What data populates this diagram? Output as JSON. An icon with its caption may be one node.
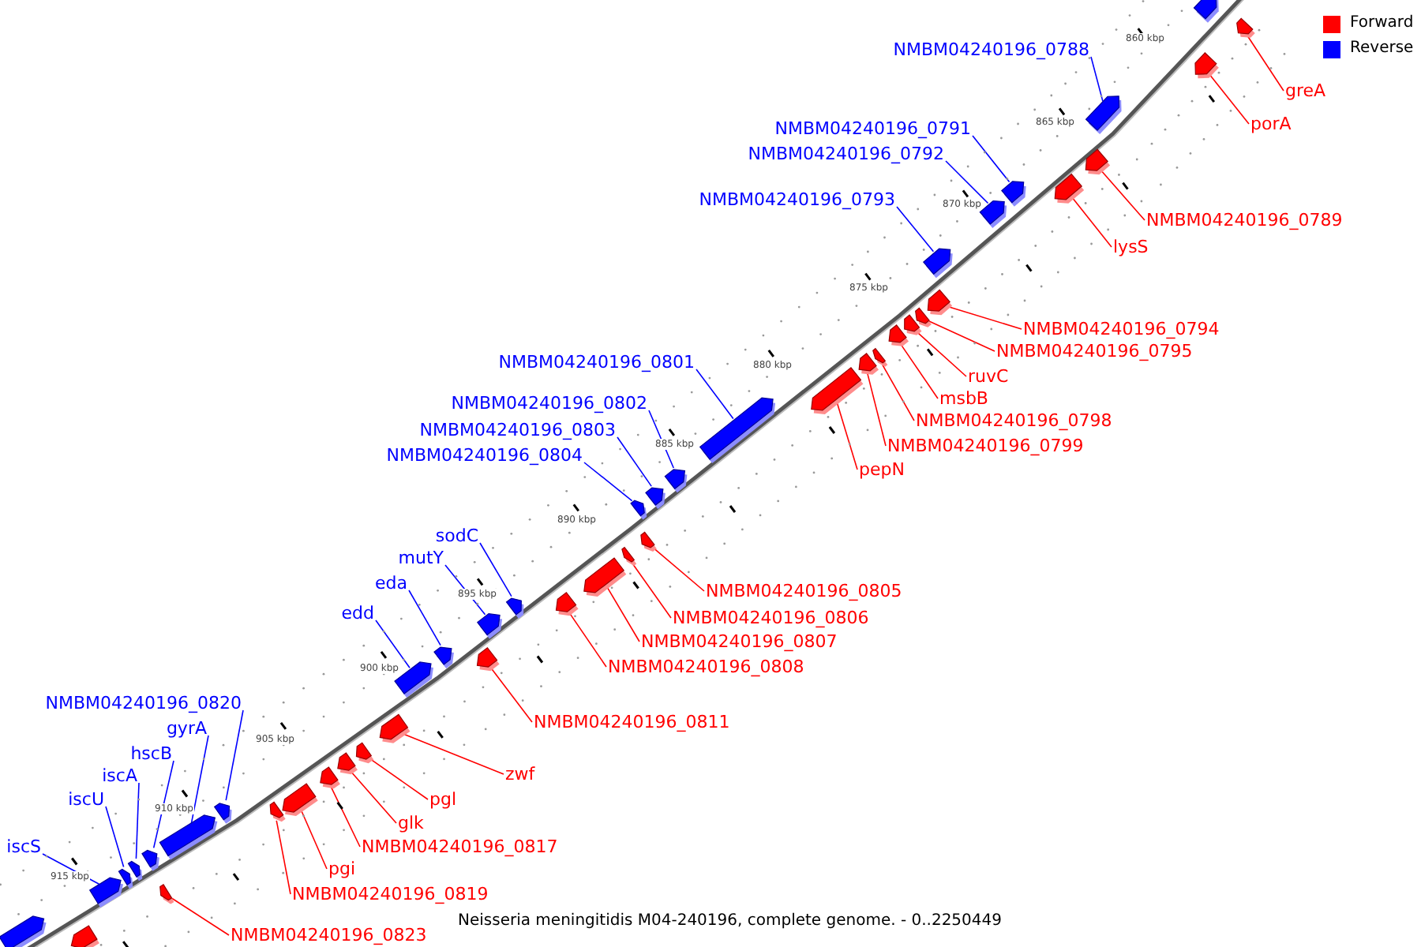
{
  "diagram": {
    "caption": "Neisseria meningitidis M04-240196, complete genome. - 0..2250449",
    "nodes": [
      {
        "text": [],
        "shape": "arrow"
      },
      {
        "text": [
          "greA"
        ]
      },
      {
        "text": [],
        "shape": "arrow"
      },
      {
        "text": [
          "NMBM04240196_0788"
        ]
      },
      {
        "text": [],
        "shape": "arrow"
      },
      {
        "text": [
          "porA"
        ]
      },
      {
        "text": [],
        "shape": "arrow"
      },
      {
        "text": [
          "NMBM04240196_0791"
        ]
      },
      {
        "text": [],
        "shape": "arrow"
      },
      {
        "text": [
          "NMBM04240196_0792"
        ]
      },
      {
        "text": [],
        "shape": "arrow"
      },
      {
        "text": [
          "NMBM04240196_0789"
        ]
      },
      {
        "text": [],
        "shape": "arrow"
      },
      {
        "text": [
          "lysS"
        ]
      },
      {
        "text": [],
        "shape": "arrow"
      },
      {
        "text": [
          "NMBM04240196_0793"
        ]
      },
      {
        "text": [],
        "shape": "arrow"
      },
      {
        "text": [
          "NMBM04240196_0794"
        ]
      },
      {
        "text": [],
        "shape": "arrow"
      },
      {
        "text": [
          "NMBM04240196_0795"
        ]
      },
      {
        "text": [],
        "shape": "arrow"
      },
      {
        "text": [
          "ruvC"
        ]
      },
      {
        "text": [],
        "shape": "arrow"
      },
      {
        "text": [
          "msbB"
        ]
      },
      {
        "text": [],
        "shape": "arrow"
      },
      {
        "text": [
          "NMBM04240196_0798"
        ]
      },
      {
        "text": [],
        "shape": "arrow"
      },
      {
        "text": [
          "NMBM04240196_0799"
        ]
      },
      {
        "text": [],
        "shape": "arrow"
      },
      {
        "text": [
          "NMBM04240196_0801"
        ]
      },
      {
        "text": [],
        "shape": "arrow"
      },
      {
        "text": [
          "pepN"
        ]
      },
      {
        "text": [],
        "shape": "arrow"
      },
      {
        "text": [
          "NMBM04240196_0802"
        ]
      },
      {
        "text": [],
        "shape": "arrow"
      },
      {
        "text": [
          "NMBM04240196_0803"
        ]
      },
      {
        "text": [],
        "shape": "arrow"
      },
      {
        "text": [
          "NMBM04240196_0804"
        ]
      },
      {
        "text": [],
        "shape": "arrow"
      },
      {
        "text": [
          "sodC"
        ]
      },
      {
        "text": [],
        "shape": "arrow"
      },
      {
        "text": [
          "mutY"
        ]
      },
      {
        "text": [],
        "shape": "arrow"
      },
      {
        "text": [
          "NMBM04240196_0805"
        ]
      },
      {
        "text": [],
        "shape": "arrow"
      },
      {
        "text": [
          "eda"
        ]
      },
      {
        "text": [],
        "shape": "arrow"
      },
      {
        "text": [
          "NMBM04240196_0806"
        ]
      },
      {
        "text": [],
        "shape": "arrow"
      },
      {
        "text": [
          "edd"
        ]
      },
      {
        "text": [],
        "shape": "arrow"
      },
      {
        "text": [
          "NMBM04240196_0807"
        ]
      },
      {
        "text": [],
        "shape": "arrow"
      },
      {
        "text": [
          "NMBM04240196_0808"
        ]
      },
      {
        "text": [],
        "shape": "arrow"
      },
      {
        "text": [
          "NMBM04240196_0820"
        ]
      },
      {
        "text": [],
        "shape": "arrow"
      },
      {
        "text": [
          "NMBM04240196_0811"
        ]
      },
      {
        "text": [],
        "shape": "arrow"
      },
      {
        "text": [
          "gyrA"
        ]
      },
      {
        "text": [],
        "shape": "arrow"
      },
      {
        "text": [
          "hscB"
        ]
      },
      {
        "text": [],
        "shape": "arrow"
      },
      {
        "text": [
          "zwf"
        ]
      },
      {
        "text": [],
        "shape": "arrow"
      },
      {
        "text": [
          "iscA"
        ]
      },
      {
        "text": [],
        "shape": "arrow"
      },
      {
        "text": [
          "pgl"
        ]
      },
      {
        "text": [],
        "shape": "arrow"
      },
      {
        "text": [
          "iscU"
        ]
      },
      {
        "text": [],
        "shape": "arrow"
      },
      {
        "text": [
          "glk"
        ]
      },
      {
        "text": [],
        "shape": "arrow"
      },
      {
        "text": [
          "iscS"
        ]
      },
      {
        "text": [],
        "shape": "arrow"
      },
      {
        "text": [
          "NMBM04240196_0817"
        ]
      },
      {
        "text": [],
        "shape": "arrow"
      },
      {
        "text": [
          "pgi"
        ]
      },
      {
        "text": [],
        "shape": "arrow"
      },
      {
        "text": [
          "NMBM04240196_0819"
        ]
      },
      {
        "text": [],
        "shape": "arrow"
      },
      {
        "text": [
          "NMBM04240196_0823"
        ]
      },
      {
        "text": [],
        "shape": "arrow"
      },
      {
        "text": [],
        "shape": "arrow"
      },
      {
        "text": [],
        "shape": "arrow"
      }
    ],
    "edges": [
      {
        "from": 1,
        "to": 2,
        "arrow": "none"
      },
      {
        "from": 3,
        "to": 4,
        "arrow": "none",
        "color": "#0000ff"
      },
      {
        "from": 5,
        "to": 6,
        "arrow": "none"
      },
      {
        "from": 7,
        "to": 8,
        "arrow": "none",
        "color": "#0000ff"
      },
      {
        "from": 9,
        "to": 10,
        "arrow": "none",
        "color": "#0000ff"
      },
      {
        "from": 11,
        "to": 12,
        "arrow": "none"
      },
      {
        "from": 13,
        "to": 14,
        "arrow": "none"
      },
      {
        "from": 15,
        "to": 16,
        "arrow": "none",
        "color": "#0000ff"
      },
      {
        "from": 17,
        "to": 18,
        "arrow": "none"
      },
      {
        "from": 19,
        "to": 20,
        "arrow": "none"
      },
      {
        "from": 21,
        "to": 22,
        "arrow": "none"
      },
      {
        "from": 23,
        "to": 24,
        "arrow": "none"
      },
      {
        "from": 25,
        "to": 26,
        "arrow": "none"
      },
      {
        "from": 27,
        "to": 28,
        "arrow": "none"
      },
      {
        "from": 29,
        "to": 30,
        "arrow": "none",
        "color": "#0000ff"
      },
      {
        "from": 31,
        "to": 32,
        "arrow": "none"
      },
      {
        "from": 33,
        "to": 34,
        "arrow": "none",
        "color": "#0000ff"
      },
      {
        "from": 35,
        "to": 36,
        "arrow": "none",
        "color": "#0000ff"
      },
      {
        "from": 37,
        "to": 38,
        "arrow": "none",
        "color": "#0000ff"
      },
      {
        "from": 39,
        "to": 40,
        "arrow": "none",
        "color": "#0000ff"
      },
      {
        "from": 41,
        "to": 42,
        "arrow": "none",
        "color": "#0000ff"
      },
      {
        "from": 43,
        "to": 44,
        "arrow": "none"
      },
      {
        "from": 45,
        "to": 46,
        "arrow": "none",
        "color": "#0000ff"
      },
      {
        "from": 47,
        "to": 48,
        "arrow": "none"
      },
      {
        "from": 49,
        "to": 50,
        "arrow": "none",
        "color": "#0000ff"
      },
      {
        "from": 51,
        "to": 52,
        "arrow": "none"
      },
      {
        "from": 53,
        "to": 54,
        "arrow": "none"
      },
      {
        "from": 55,
        "to": 56,
        "arrow": "none",
        "color": "#0000ff"
      },
      {
        "from": 57,
        "to": 58,
        "arrow": "none"
      },
      {
        "from": 59,
        "to": 60,
        "arrow": "none",
        "color": "#0000ff"
      },
      {
        "from": 61,
        "to": 62,
        "arrow": "none",
        "color": "#0000ff"
      },
      {
        "from": 63,
        "to": 64,
        "arrow": "none"
      },
      {
        "from": 65,
        "to": 66,
        "arrow": "none",
        "color": "#0000ff"
      },
      {
        "from": 67,
        "to": 68,
        "arrow": "none"
      },
      {
        "from": 69,
        "to": 70,
        "arrow": "none",
        "color": "#0000ff"
      },
      {
        "from": 71,
        "to": 72,
        "arrow": "none"
      },
      {
        "from": 73,
        "to": 74,
        "arrow": "none",
        "color": "#0000ff"
      },
      {
        "from": 75,
        "to": 76,
        "arrow": "none"
      },
      {
        "from": 77,
        "to": 78,
        "arrow": "none"
      },
      {
        "from": 79,
        "to": 80,
        "arrow": "none"
      },
      {
        "from": 81,
        "to": 82,
        "arrow": "none"
      }
    ],
    "labels": [
      "860 kbp",
      "865 kbp",
      "870 kbp",
      "875 kbp",
      "880 kbp",
      "885 kbp",
      "890 kbp",
      "895 kbp",
      "900 kbp",
      "905 kbp",
      "910 kbp",
      "915 kbp"
    ],
    "legend": [
      {
        "text": "Forward",
        "color": "#ff0000"
      },
      {
        "text": "Reverse",
        "color": "#0000ff"
      }
    ]
  }
}
